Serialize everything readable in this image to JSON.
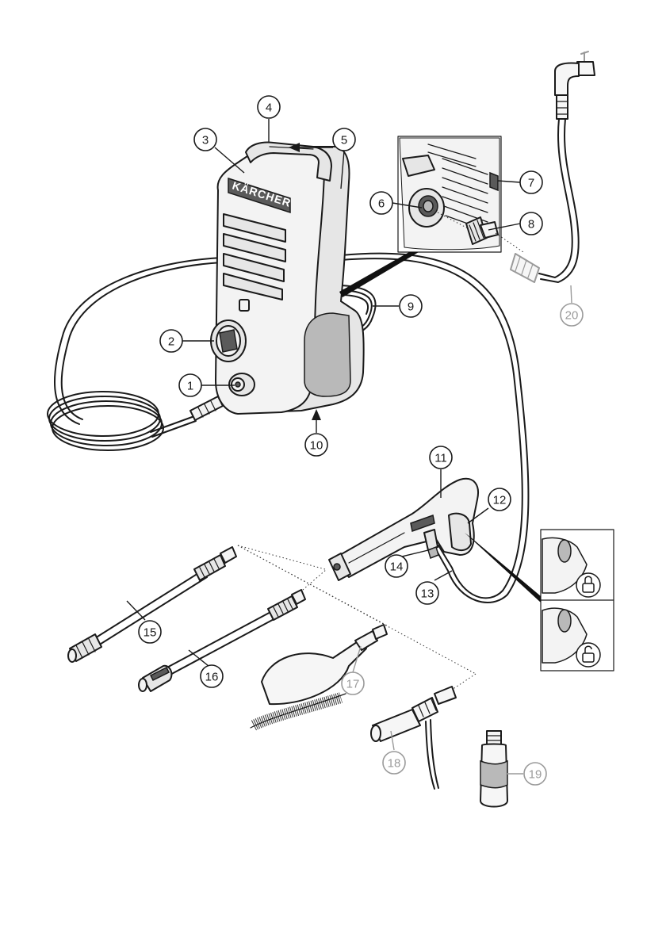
{
  "diagram": {
    "brand_text": "KÄRCHER",
    "callouts": [
      {
        "label": "1",
        "style": "dark"
      },
      {
        "label": "2",
        "style": "dark"
      },
      {
        "label": "3",
        "style": "dark"
      },
      {
        "label": "4",
        "style": "dark"
      },
      {
        "label": "5",
        "style": "dark"
      },
      {
        "label": "6",
        "style": "dark"
      },
      {
        "label": "7",
        "style": "dark"
      },
      {
        "label": "8",
        "style": "dark"
      },
      {
        "label": "9",
        "style": "dark"
      },
      {
        "label": "10",
        "style": "dark"
      },
      {
        "label": "11",
        "style": "dark"
      },
      {
        "label": "12",
        "style": "dark"
      },
      {
        "label": "13",
        "style": "dark"
      },
      {
        "label": "14",
        "style": "dark"
      },
      {
        "label": "15",
        "style": "dark"
      },
      {
        "label": "16",
        "style": "dark"
      },
      {
        "label": "17",
        "style": "grey"
      },
      {
        "label": "18",
        "style": "grey"
      },
      {
        "label": "19",
        "style": "grey"
      },
      {
        "label": "20",
        "style": "grey"
      }
    ],
    "icons": [
      "lock-closed-icon",
      "lock-open-icon"
    ],
    "colors": {
      "line": "#1a1a1a",
      "accessory_grey": "#9a9a9a",
      "body": "#e6e6e6"
    }
  }
}
